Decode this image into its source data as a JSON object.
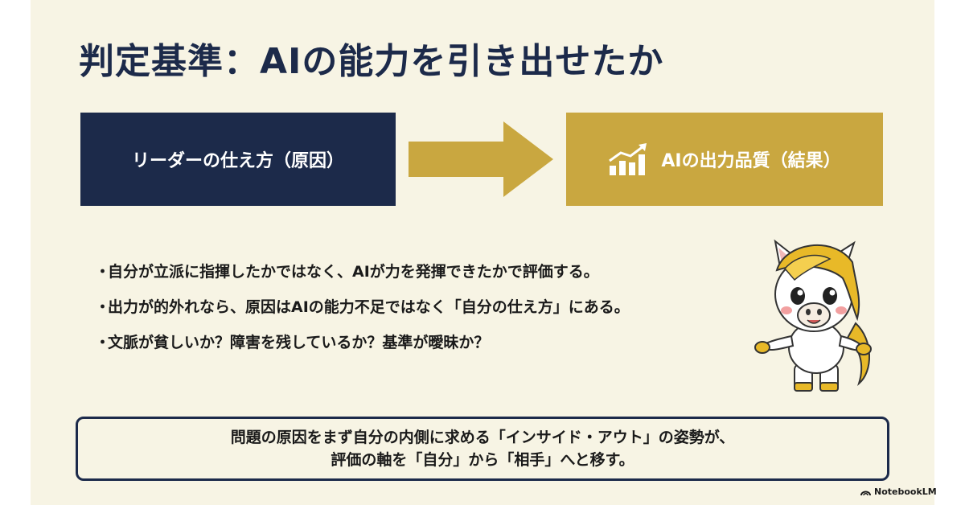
{
  "title": "判定基準：AIの能力を引き出せたか",
  "flow": {
    "cause_label": "リーダーの仕え方（原因）",
    "result_label": "AIの出力品質（結果）",
    "result_icon": "growth-chart-icon",
    "arrow_icon": "right-arrow-icon"
  },
  "bullets": [
    "自分が立派に指揮したかではなく、AIが力を発揮できたかで評価する。",
    "出力が的外れなら、原因はAIの能力不足ではなく「自分の仕え方」にある。",
    "文脈が貧しいか？障害を残しているか？基準が曖昧か？"
  ],
  "bullet_marker": "・",
  "summary": {
    "line1": "問題の原因をまず自分の内側に求める「インサイド・アウト」の姿勢が、",
    "line2": "評価の軸を「自分」から「相手」へと移す。"
  },
  "mascot_icon": "pony-mascot",
  "brand": {
    "label": "NotebookLM",
    "icon": "notebooklm-logo-icon"
  },
  "colors": {
    "background": "#f7f4e4",
    "navy": "#1c2a4a",
    "gold": "#c9a740"
  }
}
